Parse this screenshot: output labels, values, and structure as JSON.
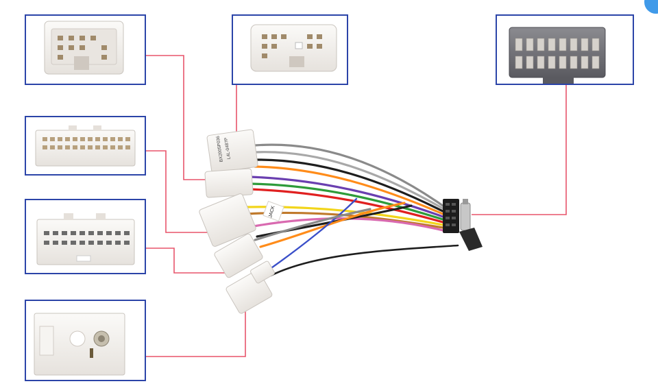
{
  "diagram": {
    "harness_labels": [
      "BX2005P036",
      "L4L-0487P",
      "JACK"
    ],
    "colors": {
      "frame_border": "#2b44a8",
      "leader_line": "#e8546a",
      "connector_white": "#f3f1ee",
      "iso_grey": "#6f6f73",
      "accent_blue": "#1e88e5"
    },
    "wire_colors": [
      "#8a8a8a",
      "#ff8c1a",
      "#6a3fb0",
      "#2e9b3a",
      "#1e1e1e",
      "#e02020",
      "#f2d51b",
      "#3a4fc9",
      "#c07a2c",
      "#d96ab0",
      "#ffffff"
    ],
    "connectors": [
      {
        "name": "connector-top-left-12pin"
      },
      {
        "name": "connector-top-center-10pin"
      },
      {
        "name": "connector-top-right-iso-16pin"
      },
      {
        "name": "connector-mid-left-24pin"
      },
      {
        "name": "connector-lower-left-20pin"
      },
      {
        "name": "connector-bottom-left-antenna"
      }
    ]
  }
}
